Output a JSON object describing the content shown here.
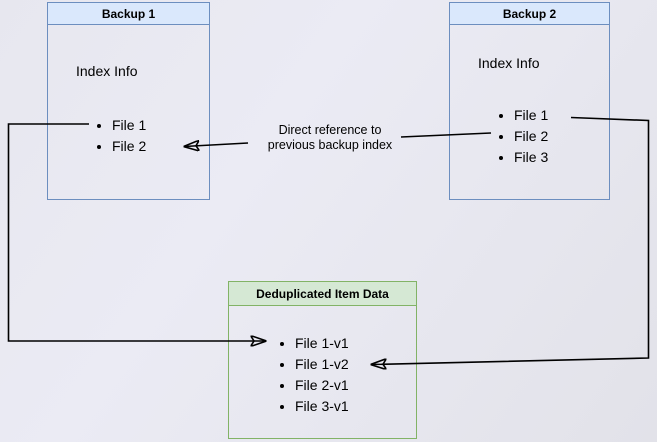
{
  "diagram": {
    "boxes": {
      "backup1": {
        "title": "Backup 1",
        "subtitle": "Index Info",
        "items": [
          "File 1",
          "File 2"
        ]
      },
      "backup2": {
        "title": "Backup 2",
        "subtitle": "Index Info",
        "items": [
          "File 1",
          "File 2",
          "File 3"
        ]
      },
      "dedup": {
        "title": "Deduplicated Item Data",
        "items": [
          "File 1-v1",
          "File 1-v2",
          "File 2-v1",
          "File 3-v1"
        ]
      }
    },
    "annotation": {
      "line1": "Direct reference to",
      "line2": "previous backup index"
    }
  },
  "colors": {
    "blue_fill": "#dae8fc",
    "blue_border": "#6c8ebf",
    "green_fill": "#d5e8d4",
    "green_border": "#82b366",
    "arrow": "#000000",
    "text": "#000000"
  }
}
